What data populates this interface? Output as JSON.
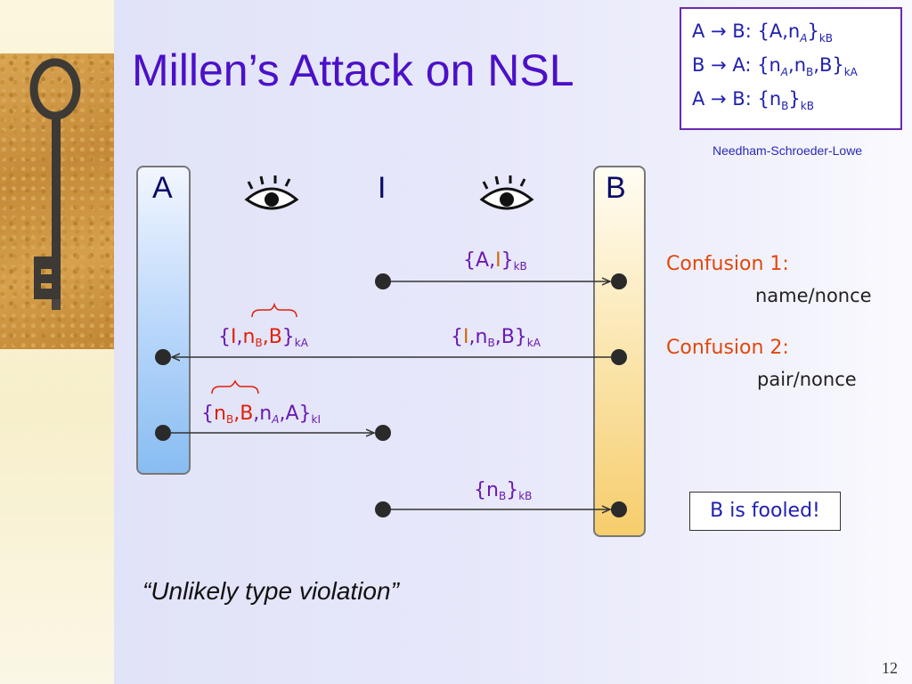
{
  "slide": {
    "title": "Millen’s Attack on NSL",
    "page_number": "12",
    "quote": "“Unlikely type violation”"
  },
  "nsl_box": {
    "caption": "Needham-Schroeder-Lowe",
    "lines": [
      {
        "dir": "A → B: ",
        "open": "{",
        "a": "A",
        "comma1": ",",
        "b": "n",
        "b_sub": "A",
        "close": "}",
        "key": "kB"
      },
      {
        "dir": "B → A: ",
        "open": "{",
        "a": "n",
        "a_sub": "A",
        "comma1": ",",
        "b": "n",
        "b_sub": "B",
        "comma2": ",",
        "c": "B",
        "close": "}",
        "key": "kA"
      },
      {
        "dir": "A → B: ",
        "open": "{",
        "a": "n",
        "a_sub": "B",
        "close": "}",
        "key": "kB"
      }
    ]
  },
  "actors": {
    "a": "A",
    "i": "I",
    "b": "B",
    "eye_icon_glyph": "👁"
  },
  "messages": {
    "m1": {
      "open": "{",
      "p1": "A",
      "comma": ",",
      "p2": "I",
      "close": "}",
      "key": "kB"
    },
    "m2_left": {
      "open": "{",
      "p1": "I",
      "comma1": ",",
      "p2": "n",
      "p2_sub": "B",
      "comma2": ",",
      "p3": "B",
      "close": "}",
      "key": "kA"
    },
    "m2_right": {
      "open": "{",
      "p1": "I",
      "comma1": ",",
      "p2": "n",
      "p2_sub": "B",
      "comma2": ",",
      "p3": "B",
      "close": "}",
      "key": "kA"
    },
    "m3": {
      "open": "{",
      "p1": "n",
      "p1_sub": "B",
      "comma1": ",",
      "p2": "B",
      "comma2": ",",
      "p3": "n",
      "p3_sub": "A",
      "comma3": ",",
      "p4": "A",
      "close": "}",
      "key": "kI"
    },
    "m4": {
      "open": "{",
      "p1": "n",
      "p1_sub": "B",
      "close": "}",
      "key": "kB"
    }
  },
  "confusions": [
    {
      "label": "Confusion 1:",
      "desc": "name/nonce"
    },
    {
      "label": "Confusion 2:",
      "desc": "pair/nonce"
    }
  ],
  "result": "B is fooled!",
  "colors": {
    "title": "#4b10c8",
    "bar_a": "#88bdf2",
    "bar_b": "#f6cd6c",
    "highlight_red": "#e0200a",
    "confusion": "#e0480a"
  }
}
